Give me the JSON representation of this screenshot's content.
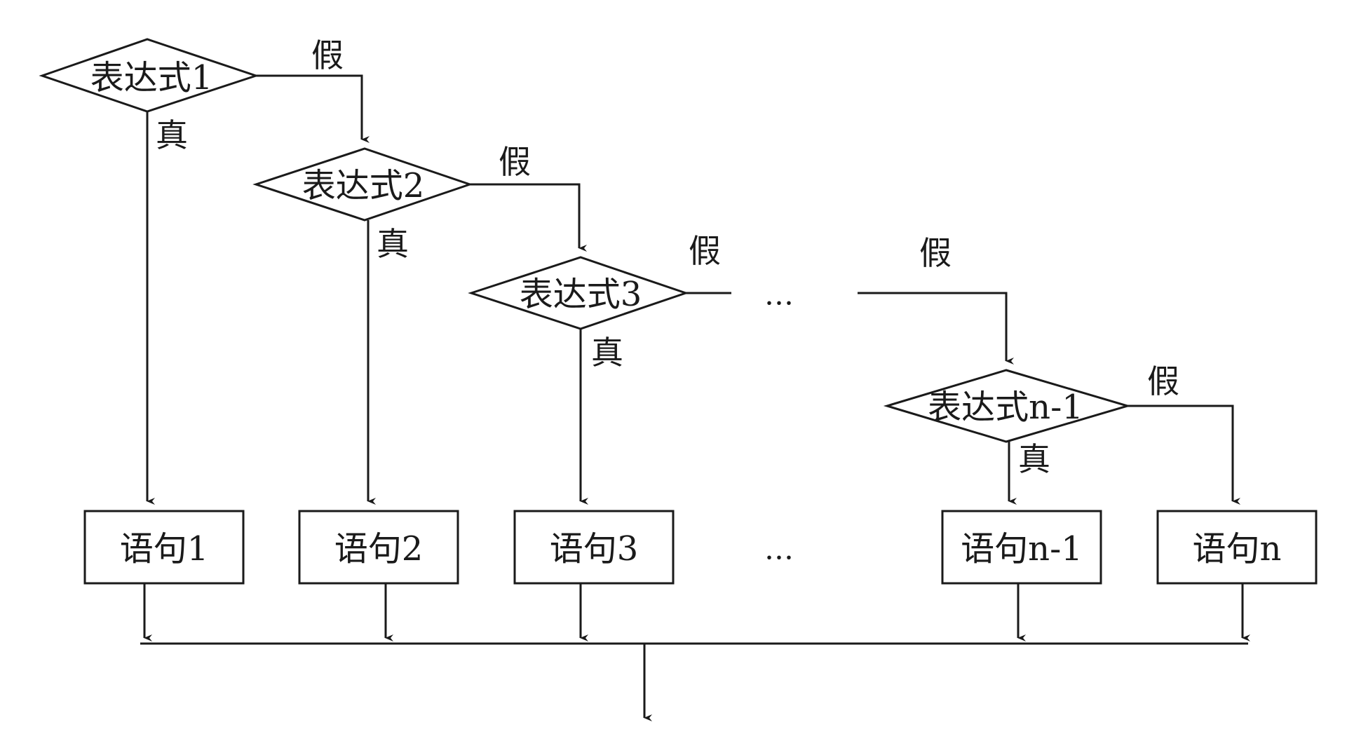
{
  "flowchart": {
    "decisions": [
      {
        "label": "表达式1"
      },
      {
        "label": "表达式2"
      },
      {
        "label": "表达式3"
      },
      {
        "label": "表达式n-1"
      }
    ],
    "statements": [
      {
        "label": "语句1"
      },
      {
        "label": "语句2"
      },
      {
        "label": "语句3"
      },
      {
        "label": "语句n-1"
      },
      {
        "label": "语句n"
      }
    ],
    "true_label": "真",
    "false_label": "假",
    "ellipsis": "…"
  }
}
